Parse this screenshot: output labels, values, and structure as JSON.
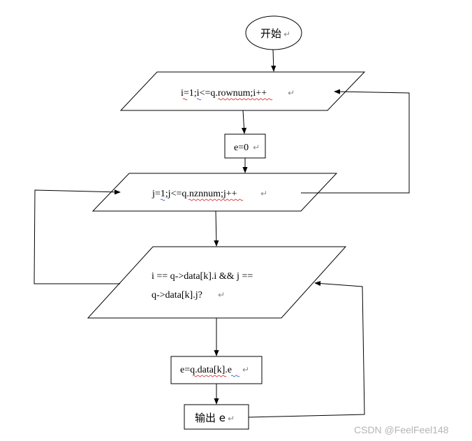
{
  "nodes": {
    "start": {
      "label": "开始",
      "mark": "↵"
    },
    "outer_loop": {
      "label": "i=1;i<=q.rownum;i++",
      "mark": "↵"
    },
    "init_e": {
      "label": "e=0",
      "mark": "↵"
    },
    "inner_loop": {
      "label": "j=1;j<=q.nznnum;j++",
      "mark": "↵"
    },
    "condition": {
      "line1": "i == q->data[k].i && j ==",
      "line2": "q->data[k].j?",
      "mark": "↵"
    },
    "assign_e": {
      "label": "e=q.data[k].e",
      "mark": "↵"
    },
    "output_e": {
      "label": "输出 e",
      "mark": "↵"
    }
  },
  "watermark": "CSDN @FeelFeel148"
}
